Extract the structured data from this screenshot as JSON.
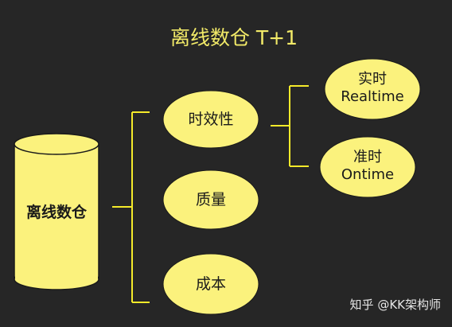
{
  "title": "离线数仓 T+1",
  "cylinder_label": "离线数仓",
  "nodes": {
    "timeliness": "时效性",
    "quality": "质量",
    "cost": "成本",
    "realtime": {
      "line1": "实时",
      "line2": "Realtime"
    },
    "ontime": {
      "line1": "准时",
      "line2": "Ontime"
    }
  },
  "watermark": "知乎 @KK架构师",
  "colors": {
    "fill": "#fbf27d",
    "line": "#f5ea2a",
    "title": "#f2ea68",
    "background": "#262626"
  }
}
